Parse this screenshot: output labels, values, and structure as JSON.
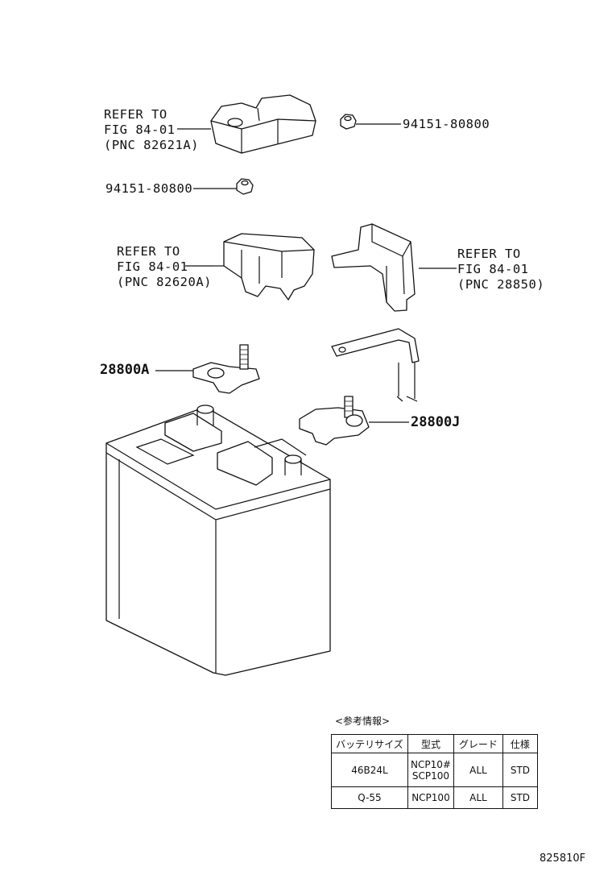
{
  "callouts": {
    "ref_82621a": [
      "REFER TO",
      "FIG 84-01",
      "(PNC 82621A)"
    ],
    "nut_top": "94151-80800",
    "nut_left": "94151-80800",
    "ref_82620a": [
      "REFER TO",
      "FIG 84-01",
      "(PNC 82620A)"
    ],
    "ref_28850": [
      "REFER TO",
      "FIG 84-01",
      "(PNC 28850)"
    ],
    "terminal_a": "28800A",
    "terminal_j": "28800J"
  },
  "reference_info": {
    "title": "<参考情報>",
    "headers": [
      "バッテリサイズ",
      "型式",
      "グレード",
      "仕様"
    ],
    "rows": [
      {
        "size": "46B24L",
        "model": [
          "NCP10#",
          "SCP100"
        ],
        "grade": "ALL",
        "spec": "STD"
      },
      {
        "size": "Q-55",
        "model": [
          "NCP100"
        ],
        "grade": "ALL",
        "spec": "STD"
      }
    ]
  },
  "diagram_code": "825810F"
}
